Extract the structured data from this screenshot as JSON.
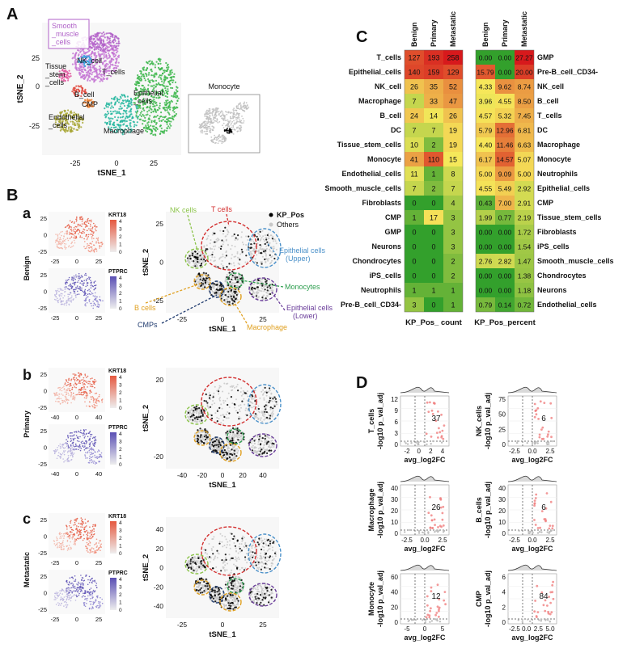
{
  "panel_letters": {
    "A": "A",
    "B": "B",
    "C": "C",
    "D": "D",
    "a": "a",
    "b": "b",
    "c": "c"
  },
  "panelA": {
    "xlabel": "tSNE_1",
    "ylabel": "tSNE_2",
    "xticks": [
      "-25",
      "0",
      "25"
    ],
    "yticks": [
      "25",
      "0",
      "-25"
    ],
    "clusters": [
      {
        "label": "Smooth_muscle_cells",
        "color": "#b062c8"
      },
      {
        "label": "NK_cell",
        "color": "#3ea7e0"
      },
      {
        "label": "Tissue_stem_cells",
        "color": "#e05aa0"
      },
      {
        "label": "T_cells",
        "color": "#c476d4"
      },
      {
        "label": "B_cell",
        "color": "#e04b3f"
      },
      {
        "label": "CMP",
        "color": "#f08030"
      },
      {
        "label": "Endothelial_cells",
        "color": "#a8a635"
      },
      {
        "label": "Macrophage",
        "color": "#27b7a0"
      },
      {
        "label": "Epithelial_cells",
        "color": "#3bb64a"
      }
    ],
    "inset_title": "Monocyte"
  },
  "panelB": {
    "rows": [
      {
        "letter": "a",
        "group": "Benign"
      },
      {
        "letter": "b",
        "group": "Primary"
      },
      {
        "letter": "c",
        "group": "Metastatic"
      }
    ],
    "feature_labels": [
      "KRT18",
      "PTPRC"
    ],
    "scale_ticks": [
      "4",
      "3",
      "2",
      "1",
      "0"
    ],
    "xlabel": "tSNE_1",
    "ylabel": "tSNE_2",
    "legend": {
      "pos": "KP_Pos",
      "other": "Others"
    },
    "annotations": [
      {
        "label": "NK cells",
        "color": "#8bc34a"
      },
      {
        "label": "T cells",
        "color": "#d32f2f"
      },
      {
        "label": "Epithelial cells\n(Upper)",
        "color": "#4a90c9"
      },
      {
        "label": "Monocytes",
        "color": "#2e9e4f"
      },
      {
        "label": "Epithelial cells\n(Lower)",
        "color": "#6a3d9a"
      },
      {
        "label": "B cells",
        "color": "#e0a020"
      },
      {
        "label": "CMPs",
        "color": "#1f3a6e"
      },
      {
        "label": "Macrophage",
        "color": "#e0a020"
      }
    ],
    "ticks_a": {
      "x": [
        "-25",
        "0",
        "25"
      ],
      "y": [
        "25",
        "0",
        "-25"
      ]
    },
    "ticks_b": {
      "x": [
        "-40",
        "-20",
        "0",
        "20",
        "40"
      ],
      "y": [
        "20",
        "0",
        "-20"
      ]
    },
    "ticks_small_b": {
      "x": [
        "-40",
        "0",
        "40"
      ],
      "y": [
        "25",
        "0",
        "-25"
      ]
    },
    "ticks_c": {
      "x": [
        "-25",
        "0",
        "25"
      ],
      "y": [
        "40",
        "20",
        "0",
        "-20",
        "-40"
      ]
    }
  },
  "panelC": {
    "columns": [
      "Benign",
      "Primary",
      "Metastatic",
      "Benign",
      "Primary",
      "Metastatic"
    ],
    "count_rows": [
      {
        "label": "T_cells",
        "values": [
          127,
          193,
          258
        ]
      },
      {
        "label": "Epithelial_cells",
        "values": [
          140,
          159,
          129
        ]
      },
      {
        "label": "NK_cell",
        "values": [
          26,
          35,
          52
        ]
      },
      {
        "label": "Macrophage",
        "values": [
          7,
          33,
          47
        ]
      },
      {
        "label": "B_cell",
        "values": [
          24,
          14,
          26
        ]
      },
      {
        "label": "DC",
        "values": [
          7,
          7,
          19
        ]
      },
      {
        "label": "Tissue_stem_cells",
        "values": [
          10,
          2,
          19
        ]
      },
      {
        "label": "Monocyte",
        "values": [
          41,
          110,
          15
        ]
      },
      {
        "label": "Endothelial_cells",
        "values": [
          11,
          1,
          8
        ]
      },
      {
        "label": "Smooth_muscle_cells",
        "values": [
          7,
          2,
          7
        ]
      },
      {
        "label": "Fibroblasts",
        "values": [
          0,
          0,
          4
        ]
      },
      {
        "label": "CMP",
        "values": [
          1,
          17,
          3
        ]
      },
      {
        "label": "GMP",
        "values": [
          0,
          0,
          3
        ]
      },
      {
        "label": "Neurons",
        "values": [
          0,
          0,
          3
        ]
      },
      {
        "label": "Chondrocytes",
        "values": [
          0,
          0,
          2
        ]
      },
      {
        "label": "iPS_cells",
        "values": [
          0,
          0,
          2
        ]
      },
      {
        "label": "Neutrophils",
        "values": [
          1,
          1,
          1
        ]
      },
      {
        "label": "Pre-B_cell_CD34-",
        "values": [
          3,
          0,
          1
        ]
      }
    ],
    "percent_rows": [
      {
        "label": "GMP",
        "values": [
          "0.00",
          "0.00",
          "27.27"
        ]
      },
      {
        "label": "Pre-B_cell_CD34-",
        "values": [
          "15.79",
          "0.00",
          "20.00"
        ]
      },
      {
        "label": "NK_cell",
        "values": [
          "4.33",
          "9.62",
          "8.74"
        ]
      },
      {
        "label": "B_cell",
        "values": [
          "3.96",
          "4.55",
          "8.50"
        ]
      },
      {
        "label": "T_cells",
        "values": [
          "4.57",
          "5.32",
          "7.45"
        ]
      },
      {
        "label": "DC",
        "values": [
          "5.79",
          "12.96",
          "6.81"
        ]
      },
      {
        "label": "Macrophage",
        "values": [
          "4.40",
          "11.46",
          "6.63"
        ]
      },
      {
        "label": "Monocyte",
        "values": [
          "6.17",
          "14.57",
          "5.07"
        ]
      },
      {
        "label": "Neutrophils",
        "values": [
          "5.00",
          "9.09",
          "5.00"
        ]
      },
      {
        "label": "Epithelial_cells",
        "values": [
          "4.55",
          "5.49",
          "2.92"
        ]
      },
      {
        "label": "CMP",
        "values": [
          "0.43",
          "7.00",
          "2.91"
        ]
      },
      {
        "label": "Tissue_stem_cells",
        "values": [
          "1.99",
          "0.77",
          "2.19"
        ]
      },
      {
        "label": "Fibroblasts",
        "values": [
          "0.00",
          "0.00",
          "1.72"
        ]
      },
      {
        "label": "iPS_cells",
        "values": [
          "0.00",
          "0.00",
          "1.54"
        ]
      },
      {
        "label": "Smooth_muscle_cells",
        "values": [
          "2.76",
          "2.82",
          "1.47"
        ]
      },
      {
        "label": "Chondrocytes",
        "values": [
          "0.00",
          "0.00",
          "1.38"
        ]
      },
      {
        "label": "Neurons",
        "values": [
          "0.00",
          "0.00",
          "1.18"
        ]
      },
      {
        "label": "Endothelial_cells",
        "values": [
          "0.79",
          "0.14",
          "0.72"
        ]
      }
    ],
    "count_title": "KP_Pos_ count",
    "percent_title": "KP_Pos_percent"
  },
  "panelD": {
    "xlabel": "avg_log2FC",
    "ylabel": "-log10 p_val_adj",
    "plots": [
      {
        "name": "T_cells",
        "count": "37",
        "xticks": [
          "-2",
          "0",
          "2",
          "4"
        ],
        "yticks": [
          "12",
          "9",
          "6",
          "3",
          "0"
        ]
      },
      {
        "name": "NK_cells",
        "count": "6",
        "xticks": [
          "-2.5",
          "0.0",
          "2.5"
        ],
        "yticks": [
          "75",
          "50",
          "25",
          "0"
        ]
      },
      {
        "name": "Macrophage",
        "count": "26",
        "xticks": [
          "-2.5",
          "0.0",
          "2.5"
        ],
        "yticks": [
          "40",
          "30",
          "20",
          "10",
          "0"
        ]
      },
      {
        "name": "B_cells",
        "count": "6",
        "xticks": [
          "-2.5",
          "0.0",
          "2.5"
        ],
        "yticks": [
          "40",
          "30",
          "20",
          "10",
          "0"
        ]
      },
      {
        "name": "Monocyte",
        "count": "12",
        "xticks": [
          "-5",
          "0",
          "5"
        ],
        "yticks": [
          "60",
          "40",
          "20",
          "0"
        ]
      },
      {
        "name": "CMP",
        "count": "84",
        "xticks": [
          "-2.5",
          "0.0",
          "2.5",
          "5.0"
        ],
        "yticks": [
          "6",
          "4",
          "2",
          "0"
        ]
      }
    ]
  },
  "colors": {
    "heat_high": "#d7191c",
    "heat_mid": "#f6e85a",
    "heat_low": "#33a02c"
  }
}
